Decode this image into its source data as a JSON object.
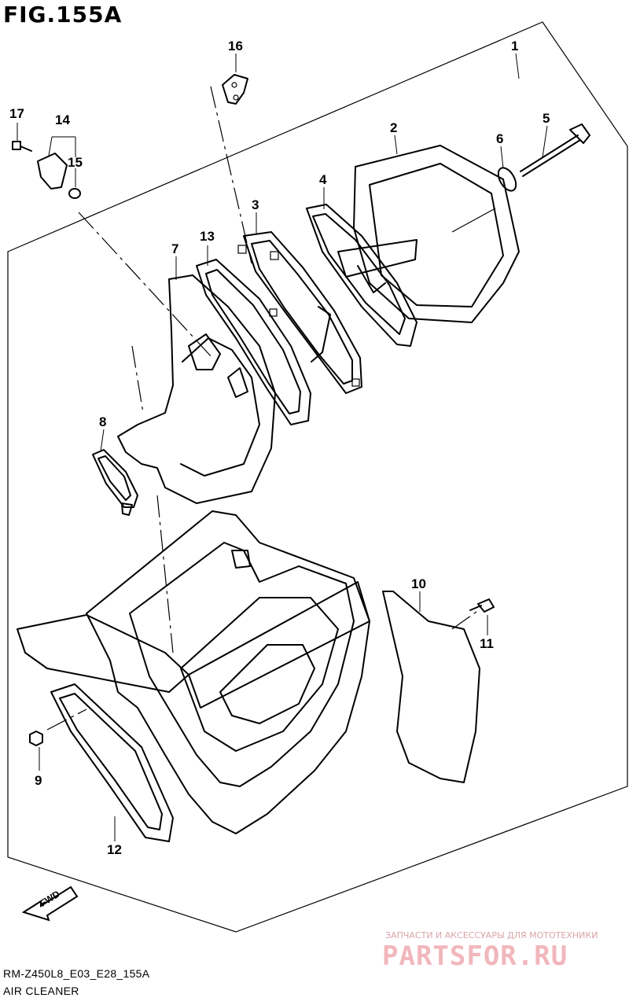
{
  "figure": {
    "title": "FIG.155A"
  },
  "callouts": [
    {
      "id": "1",
      "label": "1"
    },
    {
      "id": "2",
      "label": "2"
    },
    {
      "id": "3",
      "label": "3"
    },
    {
      "id": "4",
      "label": "4"
    },
    {
      "id": "5",
      "label": "5"
    },
    {
      "id": "6",
      "label": "6"
    },
    {
      "id": "7",
      "label": "7"
    },
    {
      "id": "8",
      "label": "8"
    },
    {
      "id": "9",
      "label": "9"
    },
    {
      "id": "10",
      "label": "10"
    },
    {
      "id": "11",
      "label": "11"
    },
    {
      "id": "12",
      "label": "12"
    },
    {
      "id": "13",
      "label": "13"
    },
    {
      "id": "14",
      "label": "14"
    },
    {
      "id": "15",
      "label": "15"
    },
    {
      "id": "16",
      "label": "16"
    },
    {
      "id": "17",
      "label": "17"
    }
  ],
  "fwd_label": "FWD",
  "footer": {
    "code": "RM-Z450L8_E03_E28_155A",
    "section": "AIR CLEANER"
  },
  "watermark": {
    "tagline": "ЗАПЧАСТИ И АКСЕССУАРЫ ДЛЯ МОТОТЕХНИКИ",
    "logo": "PARTSFOR.RU"
  }
}
